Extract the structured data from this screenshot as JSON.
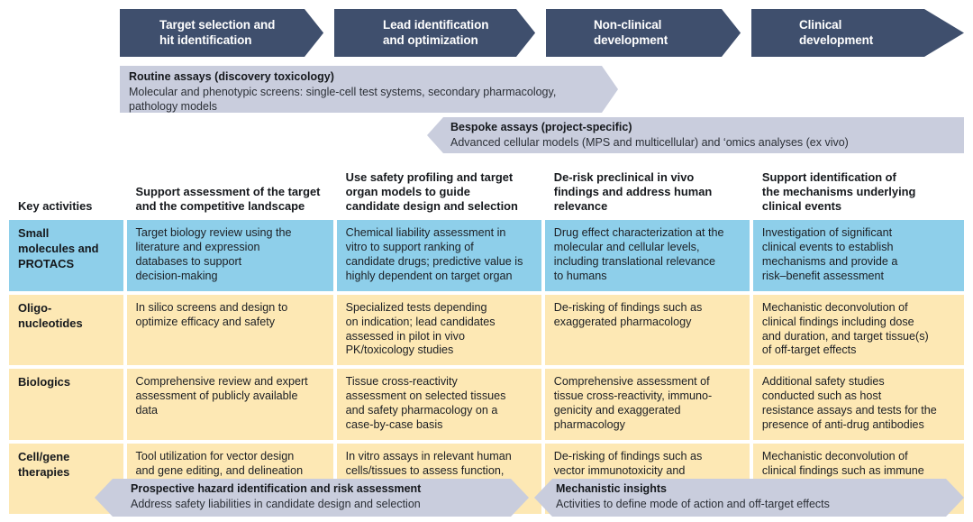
{
  "phases": [
    {
      "label": "Target selection and\nhit identification"
    },
    {
      "label": "Lead identification\nand optimization"
    },
    {
      "label": "Non-clinical\ndevelopment"
    },
    {
      "label": "Clinical\ndevelopment"
    }
  ],
  "banners": {
    "routine": {
      "title": "Routine assays (discovery toxicology)",
      "subtitle": "Molecular and phenotypic screens: single-cell test systems, secondary pharmacology,\npathology models"
    },
    "bespoke": {
      "title": "Bespoke assays (project-specific)",
      "subtitle": "Advanced cellular models (MPS and multicellular) and ‘omics analyses (ex vivo)"
    },
    "prospective": {
      "title": "Prospective hazard identification and risk assessment",
      "subtitle": "Address safety liabilities in candidate design and selection"
    },
    "mechanistic": {
      "title": "Mechanistic insights",
      "subtitle": "Activities to define mode of action and off-target effects"
    }
  },
  "matrix": {
    "headers": [
      "Key activities",
      "Support assessment of the target\nand the competitive landscape",
      "Use safety profiling and target\norgan models to guide\ncandidate design and selection",
      "De-risk preclinical in vivo\nfindings and address human\nrelevance",
      "Support identification of\nthe mechanisms underlying\nclinical events"
    ],
    "rows": [
      {
        "label": "Small\nmolecules and\nPROTACS",
        "tone": "blue",
        "cells": [
          "Target biology review using the\nliterature and expression\ndatabases to support\ndecision-making",
          "Chemical liability assessment in\nvitro to support ranking of\ncandidate drugs; predictive value is\nhighly dependent on target organ",
          "Drug effect characterization at the\nmolecular and cellular levels,\nincluding translational relevance\nto humans",
          "Investigation of significant\nclinical events to establish\nmechanisms and provide a\nrisk–benefit assessment"
        ]
      },
      {
        "label": "Oligo-\nnucleotides",
        "tone": "cream",
        "cells": [
          "In silico screens and design to\noptimize efficacy and safety",
          "Specialized tests depending\non indication; lead candidates\nassessed in pilot in vivo\nPK/toxicology studies",
          "De-risking of findings such as\nexaggerated pharmacology",
          "Mechanistic deconvolution of\nclinical findings including dose\nand duration, and target tissue(s)\nof off-target effects"
        ]
      },
      {
        "label": "Biologics",
        "tone": "cream",
        "cells": [
          "Comprehensive review and expert\nassessment of publicly available\ndata",
          "Tissue cross-reactivity\nassessment on selected tissues\nand safety pharmacology on a\ncase-by-case basis",
          "Comprehensive assessment of\ntissue cross-reactivity, immuno-\ngenicity and exaggerated\npharmacology",
          "Additional safety studies\nconducted such as host\nresistance assays and tests for the\npresence of anti-drug antibodies"
        ]
      },
      {
        "label": "Cell/gene\ntherapies",
        "tone": "cream",
        "cells": [
          "Tool utilization for vector design\nand gene editing, and delineation\nof potential off-target effects",
          "In vitro assays in relevant human\ncells/tissues to assess function,\nand potential morphological or\ntransformational changes",
          "De-risking of findings such as\nvector immunotoxicity and\ncytokine responses",
          "Mechanistic deconvolution of\nclinical findings such as immune\nresponses"
        ]
      }
    ]
  },
  "colors": {
    "phase_navy": "#3f4f6d",
    "banner_lavender": "#c9cddd",
    "row_blue": "#8ecfea",
    "row_cream": "#fde8b4",
    "page_background": "#ffffff"
  }
}
